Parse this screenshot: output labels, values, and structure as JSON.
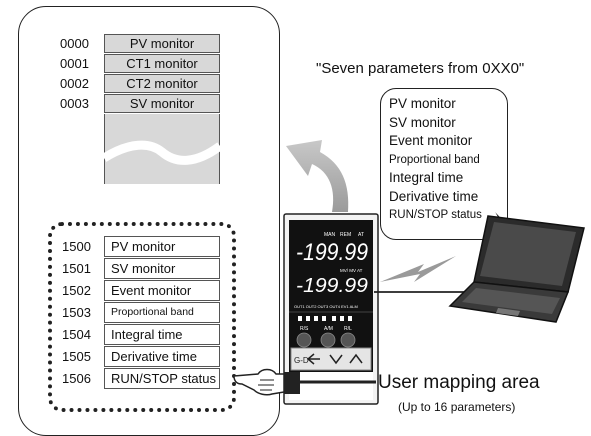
{
  "top_registers": [
    {
      "addr": "0000",
      "label": "PV monitor"
    },
    {
      "addr": "0001",
      "label": "CT1 monitor"
    },
    {
      "addr": "0002",
      "label": "CT2 monitor"
    },
    {
      "addr": "0003",
      "label": "SV monitor"
    }
  ],
  "mapping_registers": [
    {
      "addr": "1500",
      "label": "PV monitor"
    },
    {
      "addr": "1501",
      "label": "SV monitor"
    },
    {
      "addr": "1502",
      "label": "Event monitor"
    },
    {
      "addr": "1503",
      "label": "Proportional band"
    },
    {
      "addr": "1504",
      "label": "Integral time"
    },
    {
      "addr": "1505",
      "label": "Derivative time"
    },
    {
      "addr": "1506",
      "label": "RUN/STOP status"
    }
  ],
  "bubble_title": "\"Seven parameters from 0XX0\"",
  "bubble_items": [
    "PV monitor",
    "SV monitor",
    "Event monitor",
    "Proportional band",
    "Integral time",
    "Derivative time",
    "RUN/STOP status"
  ],
  "user_mapping_title": "User mapping area",
  "user_mapping_subtitle": "(Up to 16 parameters)",
  "controller": {
    "pv_value": "-199.99",
    "sv_value": "-199.99",
    "top_labels": [
      "MAN",
      "REM",
      "AT"
    ],
    "mid_label": "MV/ MV AT",
    "out_labels": [
      "OUT1",
      "OUT2",
      "OUT3",
      "OUT4",
      "EV1",
      "ALM"
    ],
    "key_labels": [
      "R/S",
      "A/M",
      "R/L"
    ]
  }
}
